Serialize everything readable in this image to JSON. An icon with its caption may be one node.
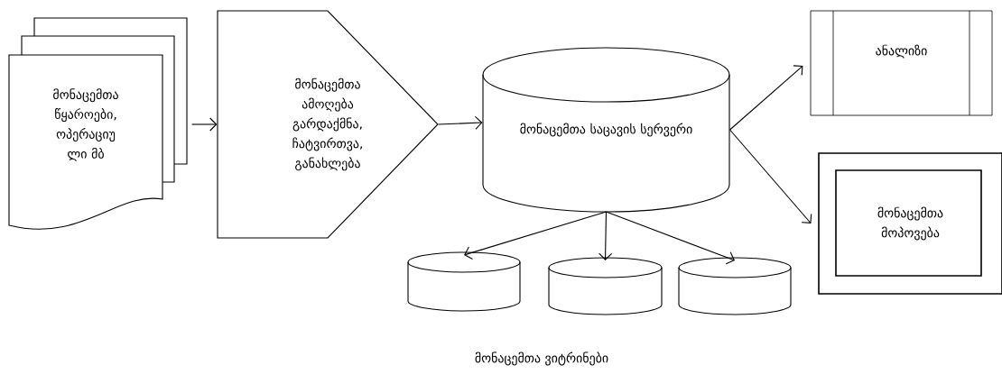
{
  "diagram": {
    "nodes": [
      {
        "text": [
          "მონაცემთა წყაროები, ოპერაციუ ლი მბ"
        ]
      },
      {
        "text": [
          "მონაცემთა ამოღება გარდაქმნა, ჩატვირთვა, განახლება"
        ]
      },
      {
        "text": [
          "მონაცემთა საცავის სერვერი"
        ]
      },
      {
        "text": [
          "ანალიზი"
        ]
      },
      {
        "text": [
          "მონაცემთა მოპოვება"
        ]
      },
      {
        "text": [],
        "shape": "cylinder"
      },
      {
        "text": [],
        "shape": "cylinder"
      },
      {
        "text": [],
        "shape": "cylinder"
      }
    ],
    "edges": [
      {
        "from": 0,
        "to": 1,
        "arrow": "to"
      },
      {
        "from": 1,
        "to": 2,
        "arrow": "to"
      },
      {
        "from": 2,
        "to": 3,
        "arrow": "to"
      },
      {
        "from": 2,
        "to": 4,
        "arrow": "to"
      },
      {
        "from": 2,
        "to": 5,
        "arrow": "to"
      },
      {
        "from": 2,
        "to": 6,
        "arrow": "to"
      },
      {
        "from": 2,
        "to": 7,
        "arrow": "to"
      }
    ],
    "labels": [
      "მონაცემთა ვიტრინები"
    ]
  }
}
